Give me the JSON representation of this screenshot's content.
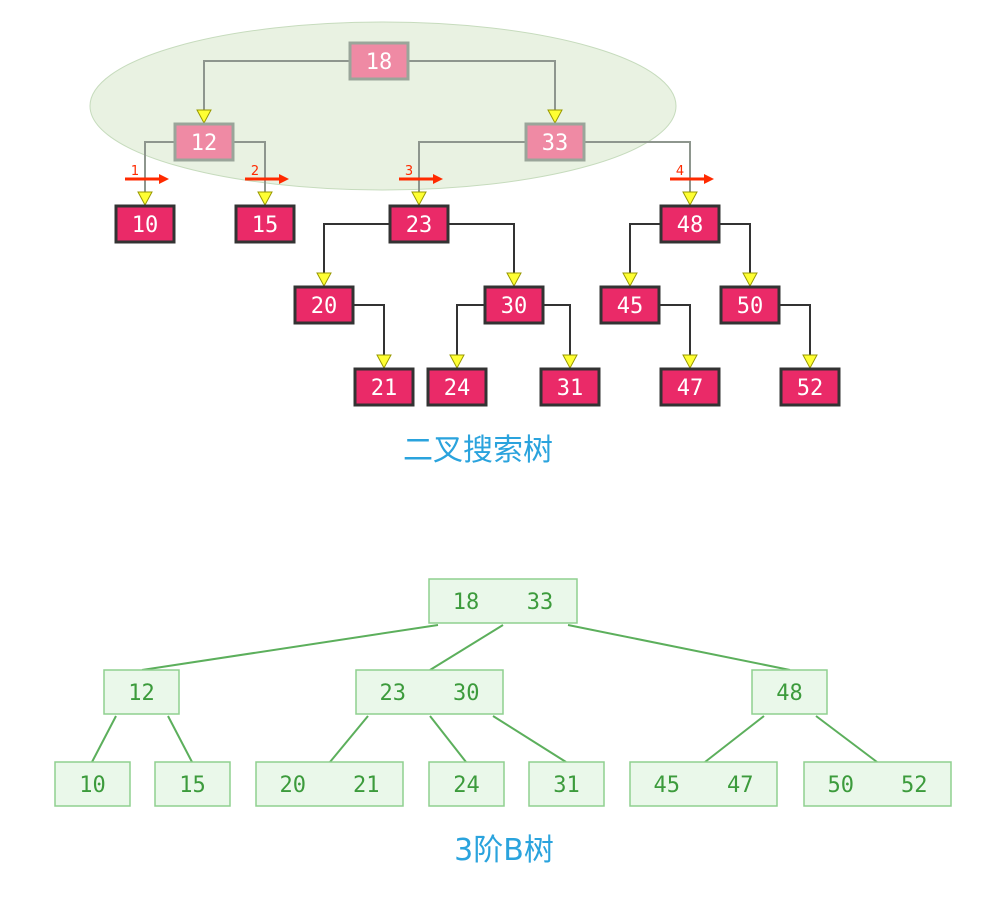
{
  "bst": {
    "caption": "二叉搜索树",
    "nodes": [
      {
        "id": "18",
        "label": "18",
        "style": "light"
      },
      {
        "id": "12",
        "label": "12",
        "style": "light"
      },
      {
        "id": "33",
        "label": "33",
        "style": "light"
      },
      {
        "id": "10",
        "label": "10",
        "style": "dark"
      },
      {
        "id": "15",
        "label": "15",
        "style": "dark"
      },
      {
        "id": "23",
        "label": "23",
        "style": "dark"
      },
      {
        "id": "48",
        "label": "48",
        "style": "dark"
      },
      {
        "id": "20",
        "label": "20",
        "style": "dark"
      },
      {
        "id": "30",
        "label": "30",
        "style": "dark"
      },
      {
        "id": "45",
        "label": "45",
        "style": "dark"
      },
      {
        "id": "50",
        "label": "50",
        "style": "dark"
      },
      {
        "id": "21",
        "label": "21",
        "style": "dark"
      },
      {
        "id": "24",
        "label": "24",
        "style": "dark"
      },
      {
        "id": "31",
        "label": "31",
        "style": "dark"
      },
      {
        "id": "47",
        "label": "47",
        "style": "dark"
      },
      {
        "id": "52",
        "label": "52",
        "style": "dark"
      }
    ],
    "edges": [
      {
        "from": "18",
        "to": "12",
        "side": "left"
      },
      {
        "from": "18",
        "to": "33",
        "side": "right"
      },
      {
        "from": "12",
        "to": "10",
        "side": "left"
      },
      {
        "from": "12",
        "to": "15",
        "side": "right"
      },
      {
        "from": "33",
        "to": "23",
        "side": "left"
      },
      {
        "from": "33",
        "to": "48",
        "side": "right"
      },
      {
        "from": "23",
        "to": "20",
        "side": "left"
      },
      {
        "from": "23",
        "to": "30",
        "side": "right"
      },
      {
        "from": "48",
        "to": "45",
        "side": "left"
      },
      {
        "from": "48",
        "to": "50",
        "side": "right"
      },
      {
        "from": "20",
        "to": "21",
        "side": "right"
      },
      {
        "from": "30",
        "to": "24",
        "side": "left"
      },
      {
        "from": "30",
        "to": "31",
        "side": "right"
      },
      {
        "from": "45",
        "to": "47",
        "side": "right"
      },
      {
        "from": "50",
        "to": "52",
        "side": "right"
      }
    ],
    "steps": [
      {
        "label": "1",
        "target": "10"
      },
      {
        "label": "2",
        "target": "15"
      },
      {
        "label": "3",
        "target": "23"
      },
      {
        "label": "4",
        "target": "48"
      }
    ]
  },
  "btree": {
    "caption": "3阶B树",
    "nodes": [
      {
        "id": "r",
        "keys": [
          "18",
          "33"
        ]
      },
      {
        "id": "a",
        "keys": [
          "12"
        ]
      },
      {
        "id": "b",
        "keys": [
          "23",
          "30"
        ]
      },
      {
        "id": "c",
        "keys": [
          "48"
        ]
      },
      {
        "id": "a1",
        "keys": [
          "10"
        ]
      },
      {
        "id": "a2",
        "keys": [
          "15"
        ]
      },
      {
        "id": "b1",
        "keys": [
          "20",
          "21"
        ]
      },
      {
        "id": "b2",
        "keys": [
          "24"
        ]
      },
      {
        "id": "b3",
        "keys": [
          "31"
        ]
      },
      {
        "id": "c1",
        "keys": [
          "45",
          "47"
        ]
      },
      {
        "id": "c2",
        "keys": [
          "50",
          "52"
        ]
      }
    ],
    "edges": [
      {
        "from": "r",
        "to": "a"
      },
      {
        "from": "r",
        "to": "b"
      },
      {
        "from": "r",
        "to": "c"
      },
      {
        "from": "a",
        "to": "a1"
      },
      {
        "from": "a",
        "to": "a2"
      },
      {
        "from": "b",
        "to": "b1"
      },
      {
        "from": "b",
        "to": "b2"
      },
      {
        "from": "b",
        "to": "b3"
      },
      {
        "from": "c",
        "to": "c1"
      },
      {
        "from": "c",
        "to": "c2"
      }
    ]
  },
  "colors": {
    "bst_light_fill": "#ef8aa4",
    "bst_light_border": "#9aa59a",
    "bst_dark_fill": "#ea2a68",
    "bst_dark_border": "#333333",
    "arrow_head": "#ffff33",
    "step_arrow": "#ff2a00",
    "highlight_ellipse": "#e4f0dc",
    "btree_fill": "#eaf8ea",
    "btree_border": "#8fd08f",
    "btree_line": "#5caf5c",
    "caption": "#2aa3dd"
  }
}
